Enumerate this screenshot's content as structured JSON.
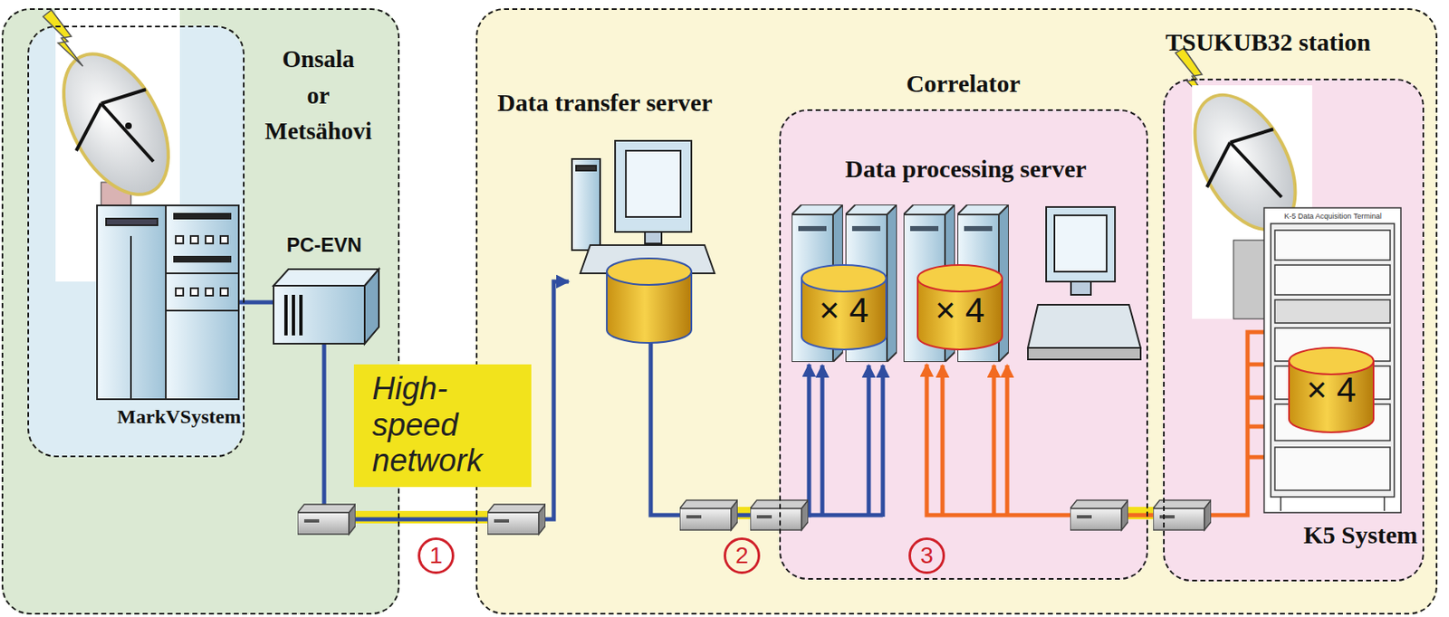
{
  "diagram": {
    "nodes": [
      {
        "text": [
          "Onsala or Metsähovi"
        ]
      },
      {
        "text": [
          "MarkVSystem"
        ],
        "in": 0
      },
      {
        "text": [
          "PC-EVN"
        ],
        "in": 0
      },
      {
        "text": [
          "High- speed network"
        ]
      },
      {
        "text": [
          "TSUKUB32 station"
        ]
      },
      {
        "text": [
          "Data transfer server"
        ],
        "in": 4
      },
      {
        "text": [
          "Correlator"
        ],
        "in": 4
      },
      {
        "text": [
          "Data processing server"
        ],
        "in": 6
      },
      {
        "text": [
          "K5 System"
        ],
        "in": 4
      }
    ],
    "edges": [
      {
        "from": 2,
        "to": 5,
        "arrow": "to"
      },
      {
        "from": 5,
        "to": 7,
        "arrow": "to"
      },
      {
        "from": 8,
        "to": 7,
        "arrow": "to"
      }
    ],
    "labels": [
      "1",
      "2",
      "3",
      "× 4",
      "× 4",
      "× 4",
      "K-5 Data Acquisition Terminal"
    ]
  }
}
